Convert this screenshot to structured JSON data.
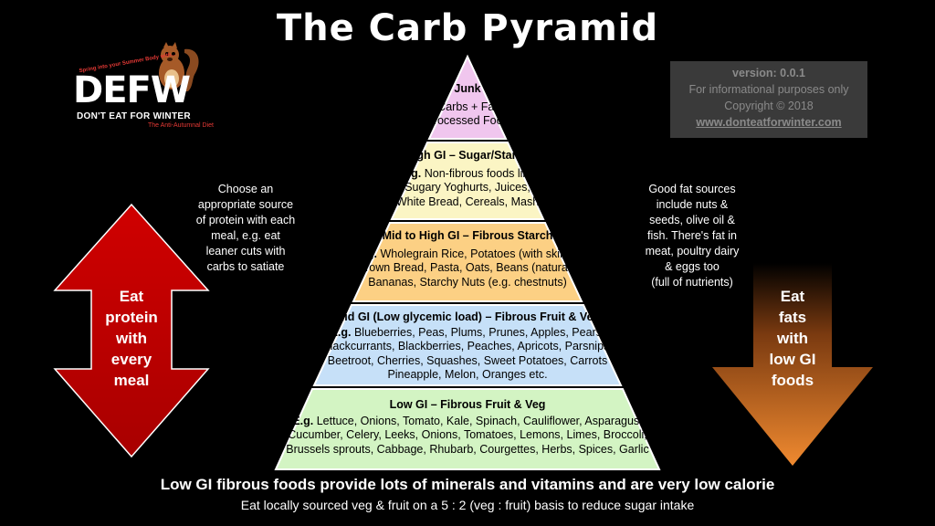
{
  "title": "The Carb Pyramid",
  "logo": {
    "tagline": "Spring into your Summer Body with...",
    "word": "DEFW",
    "subtitle": "DON'T EAT FOR WINTER",
    "subtitle2": "The Anti-Autumnal Diet"
  },
  "version_box": {
    "version": "version: 0.0.1",
    "info": "For informational purposes only",
    "copyright": "Copyright © 2018",
    "link": "www.donteatforwinter.com"
  },
  "colors": {
    "junk": "#f0c6ee",
    "high_gi": "#fbf5c4",
    "mid_high": "#fcd084",
    "mid": "#c6e0f8",
    "low": "#d3f4c3",
    "protein_arrow": "#c00000",
    "fats_arrow": "#e07828"
  },
  "tiers": {
    "junk": {
      "heading": "Junk",
      "line1": "Carbs + Fat",
      "line2": "Processed Food"
    },
    "high_gi": {
      "heading": "High GI – Sugar/Starch",
      "eg": "E.g.",
      "line1": " Non-fibrous foods like",
      "line2": "Sugary Yoghurts, Juices,",
      "line3": "White Bread, Cereals, Mash"
    },
    "mid_high": {
      "heading": "Mid to High GI – Fibrous Starch",
      "eg": "E.g.",
      "line1": " Wholegrain Rice, Potatoes (with skins),",
      "line2": "Brown Bread,  Pasta, Oats, Beans (natural),",
      "line3": "Bananas, Starchy Nuts (e.g. chestnuts)"
    },
    "mid": {
      "heading": "Mid GI (Low glycemic load) – Fibrous Fruit & Veg",
      "eg": "E.g.",
      "line1": " Blueberries, Peas, Plums, Prunes, Apples, Pears,",
      "line2": "Blackcurrants, Blackberries, Peaches, Apricots, Parsnips,",
      "line3": "Beetroot, Cherries, Squashes, Sweet Potatoes, Carrots",
      "line4": "Pineapple, Melon, Oranges etc."
    },
    "low": {
      "heading": "Low GI – Fibrous Fruit & Veg",
      "eg": "E.g.",
      "line1": " Lettuce, Onions, Tomato, Kale, Spinach, Cauliflower, Asparagus,",
      "line2": "Cucumber, Celery, Leeks, Onions, Tomatoes, Lemons, Limes, Broccoli,",
      "line3": "Brussels sprouts, Cabbage, Rhubarb, Courgettes, Herbs, Spices, Garlic"
    }
  },
  "notes": {
    "left": [
      "Choose an",
      "appropriate source",
      "of protein with each",
      "meal, e.g. eat",
      "leaner cuts with",
      "carbs to satiate"
    ],
    "right": [
      "Good fat sources",
      "include nuts &",
      "seeds, olive oil &",
      "fish. There's fat in",
      "meat, poultry dairy",
      "& eggs too",
      "(full of nutrients)"
    ]
  },
  "arrows": {
    "protein": [
      "Eat",
      "protein",
      "with",
      "every",
      "meal"
    ],
    "fats": [
      "Eat",
      "fats",
      "with",
      "low GI",
      "foods"
    ]
  },
  "footer": {
    "line1": "Low GI fibrous foods provide lots of minerals and vitamins and are very low calorie",
    "line2": "Eat locally sourced veg & fruit on a 5 : 2 (veg : fruit) basis to reduce sugar intake"
  }
}
